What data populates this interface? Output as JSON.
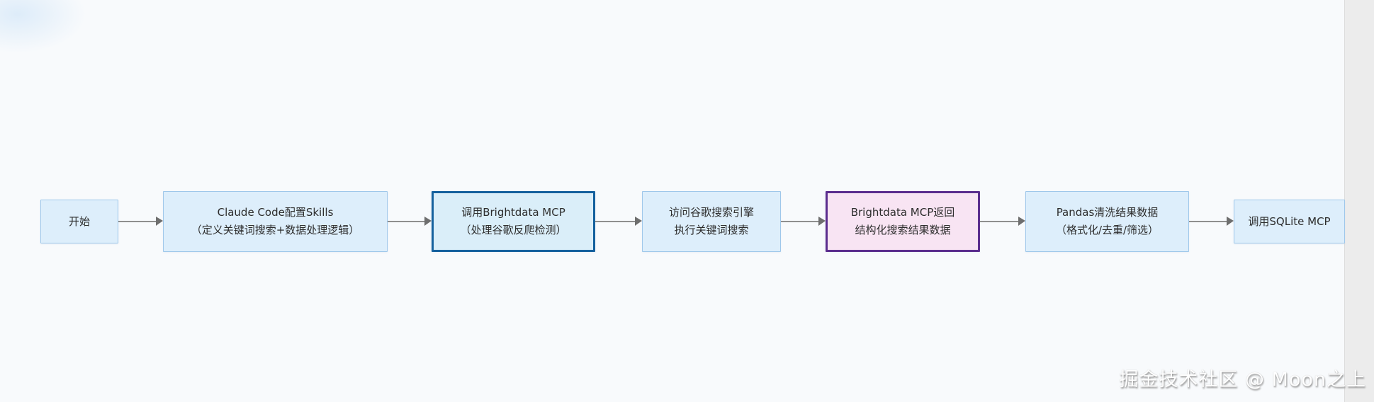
{
  "canvas": {
    "background_color": "#f8fafc",
    "gutter_color": "#ececec"
  },
  "watermark": {
    "text": "掘金技术社区 @ Moon之上",
    "color": "#ffffff"
  },
  "flowchart": {
    "arrow_color": "#8f8f8f",
    "node_colors": {
      "default_fill": "#ddeefb",
      "default_border": "#9ec7ea",
      "highlight_blue_border": "#15619e",
      "highlight_purple_border": "#5b2d8e",
      "purple_fill": "#f8e4f3"
    },
    "nodes": [
      {
        "line1": "开始"
      },
      {
        "line1": "Claude Code配置Skills",
        "line2": "（定义关键词搜索+数据处理逻辑）"
      },
      {
        "line1": "调用Brightdata MCP",
        "line2": "（处理谷歌反爬检测）"
      },
      {
        "line1": "访问谷歌搜索引擎",
        "line2": "执行关键词搜索"
      },
      {
        "line1": "Brightdata MCP返回",
        "line2": "结构化搜索结果数据"
      },
      {
        "line1": "Pandas清洗结果数据",
        "line2": "（格式化/去重/筛选）"
      },
      {
        "line1": "调用SQLite MCP"
      }
    ]
  }
}
